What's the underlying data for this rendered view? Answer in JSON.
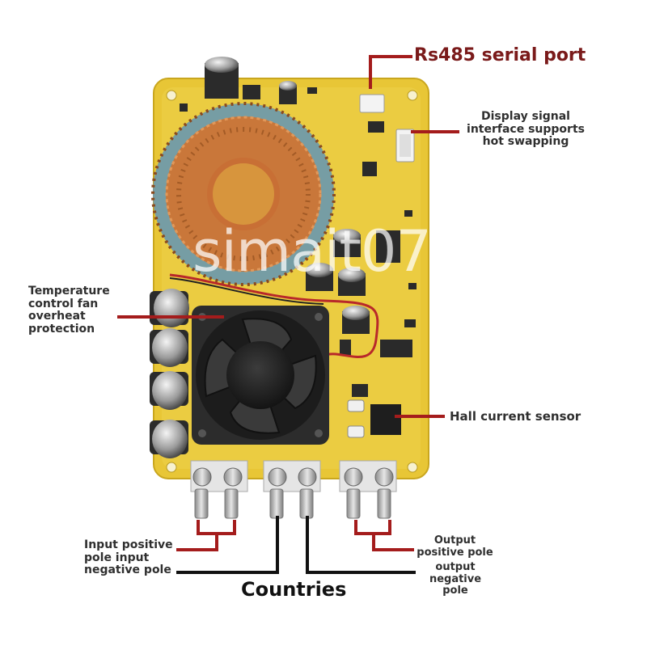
{
  "watermark": "simait07",
  "labels": {
    "rs485": "Rs485 serial port",
    "display": "Display signal\ninterface supports\nhot swapping",
    "temp": "Temperature\ncontrol fan\noverheat\nprotection",
    "hall": "Hall current sensor",
    "input": "Input positive\npole input\nnegative pole",
    "output_pos": "Output\npositive pole",
    "output_neg": "output\nnegative pole",
    "countries": "Countries"
  },
  "colors": {
    "board": "#e8c636",
    "leader_red": "#a41c1c",
    "leader_black": "#111111",
    "copper": "#c9773a",
    "toroid_core": "#5aa9c8",
    "fan": "#2c2c2c"
  }
}
